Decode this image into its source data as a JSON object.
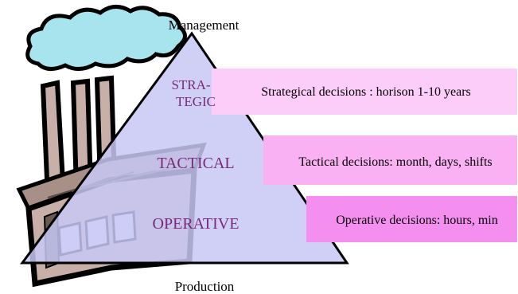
{
  "labels": {
    "top": "Management",
    "bottom": "Production"
  },
  "levels": [
    {
      "name_line1": "STRA-",
      "name_line2": "TEGIC",
      "description": "Strategical decisions : horison 1-10 years"
    },
    {
      "name": "TACTICAL",
      "description": "Tactical decisions: month, days, shifts"
    },
    {
      "name": "OPERATIVE",
      "description": "Operative decisions: hours, min"
    }
  ],
  "colors": {
    "pyramid_fill": "#c8c8f6",
    "pyramid_stroke": "#000000",
    "level_text": "#7a2a7a",
    "box_strategic": "#fccdf9",
    "box_tactical": "#f9b1f4",
    "box_operative": "#f48ff0",
    "factory_smoke": "#a8e4ee",
    "factory_body": "#c8b0a8",
    "factory_window": "#e8ecff"
  },
  "icons": {
    "factory": "factory-clipart-icon"
  }
}
